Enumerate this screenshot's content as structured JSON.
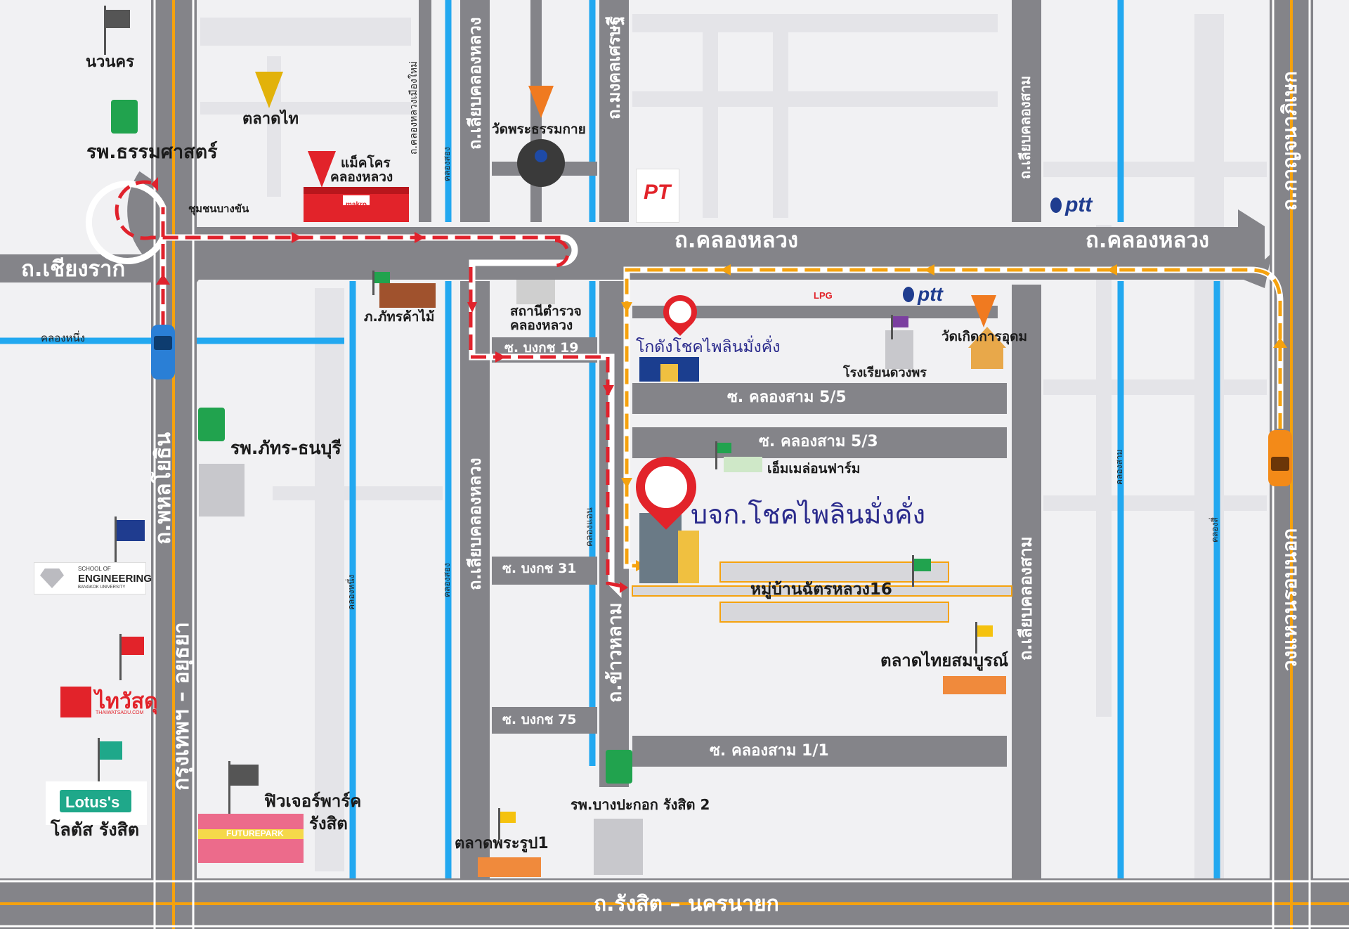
{
  "company": {
    "name": "บจก.โชคไพลินมั่งคั่ง",
    "warehouse": "โกดังโชคไพลินมั่งคั่ง"
  },
  "roads": {
    "klong_luang_left": "ถ.คลองหลวง",
    "klong_luang_right": "ถ.คลองหลวง",
    "chiang_rak": "ถ.เชียงราก",
    "rangsit_nakhon_nayok": "ถ.รังสิต – นครนายก",
    "phahon_yothin": "ถ.พหลโยธิน",
    "bangkok_ayutthaya": "กรุงเทพฯ – อยุธยา",
    "liab_klong_luang_top": "ถ.เลียบคลองหลวง",
    "liab_klong_luang_mid": "ถ.เลียบคลองหลวง",
    "mongkhon_sethi": "ถ.มงคลเศรษฐี",
    "khao_lam": "ถ.ข้าวหลาม",
    "liab_klong_sam_top": "ถ.เลียบคลองสาม",
    "liab_klong_sam_mid": "ถ.เลียบคลองสาม",
    "kanchanaphisek": "ถ.กาญจนาภิเษก",
    "outer_ring": "วงแหวนรอบนอก"
  },
  "sois": {
    "bongkoch19": "ซ. บงกช 19",
    "bongkoch31": "ซ. บงกช 31",
    "bongkoch75": "ซ. บงกช 75",
    "klong_sam_5_5": "ซ. คลองสาม 5/5",
    "klong_sam_5_3": "ซ. คลองสาม 5/3",
    "klong_sam_1_1": "ซ. คลองสาม 1/1"
  },
  "canals": {
    "klong_nueng_h": "คลองหนึ่ง",
    "klong_luang_mueang_mai": "ถ.คลองหลวงเมืองใหม่",
    "klong_song_top": "คลองสอง",
    "klong_song_mid": "คลองสอง",
    "klong_nueng_v": "คลองหนึ่ง",
    "klong_son": "คลองแอน",
    "klong_sam": "คลองสาม",
    "klong_si": "คลองสี่"
  },
  "places": {
    "nawanakorn": "นวนคร",
    "talad_thai": "ตลาดไท",
    "thammasat_hospital": "รพ.ธรรมศาสตร์",
    "bang_khan_community": "ชุมชนบางขัน",
    "makro_1": "แม็คโคร",
    "makro_2": "คลองหลวง",
    "wat_phra_dhammakaya": "วัดพระธรรมกาย",
    "phatra_wood": "ภ.ภัทรค้าไม้",
    "police_1": "สถานีตำรวจ",
    "police_2": "คลองหลวง",
    "wat_koed": "วัดเกิดการอุดม",
    "duangporn_school": "โรงเรียนดวงพร",
    "m_melon": "เอ็มเมล่อนฟาร์ม",
    "phat_thonburi": "รพ.ภัทร-ธนบุรี",
    "village": "หมู่บ้านฉัตรหลวง16",
    "talad_thai_sombun": "ตลาดไทยสมบูรณ์",
    "future_park_1": "ฟิวเจอร์พาร์ค",
    "future_park_2": "รังสิต",
    "bangpakok": "รพ.บางปะกอก รังสิต 2",
    "talad_phrarup": "ตลาดพระรูป1",
    "lotus": "โลตัส รังสิต",
    "thaiwatsadu": "ไทวัสดุ"
  },
  "logos": {
    "ptt": "ptt",
    "pt": "PT",
    "lotus": "Lotus's",
    "thaiwatsadu_sub": "THAIWATSADU.COM",
    "eng_school": "SCHOOL OF",
    "eng_main": "ENGINEERING",
    "eng_sub": "BANGKOK UNIVERSITY",
    "makro": "makro",
    "future_park": "FUTUREPARK",
    "worldgas": "LPG"
  },
  "colors": {
    "road": "#848489",
    "canal": "#22a8f0",
    "route_red": "#e0222c",
    "route_orange": "#f5a20e",
    "label_blue": "#2a2a8c"
  }
}
